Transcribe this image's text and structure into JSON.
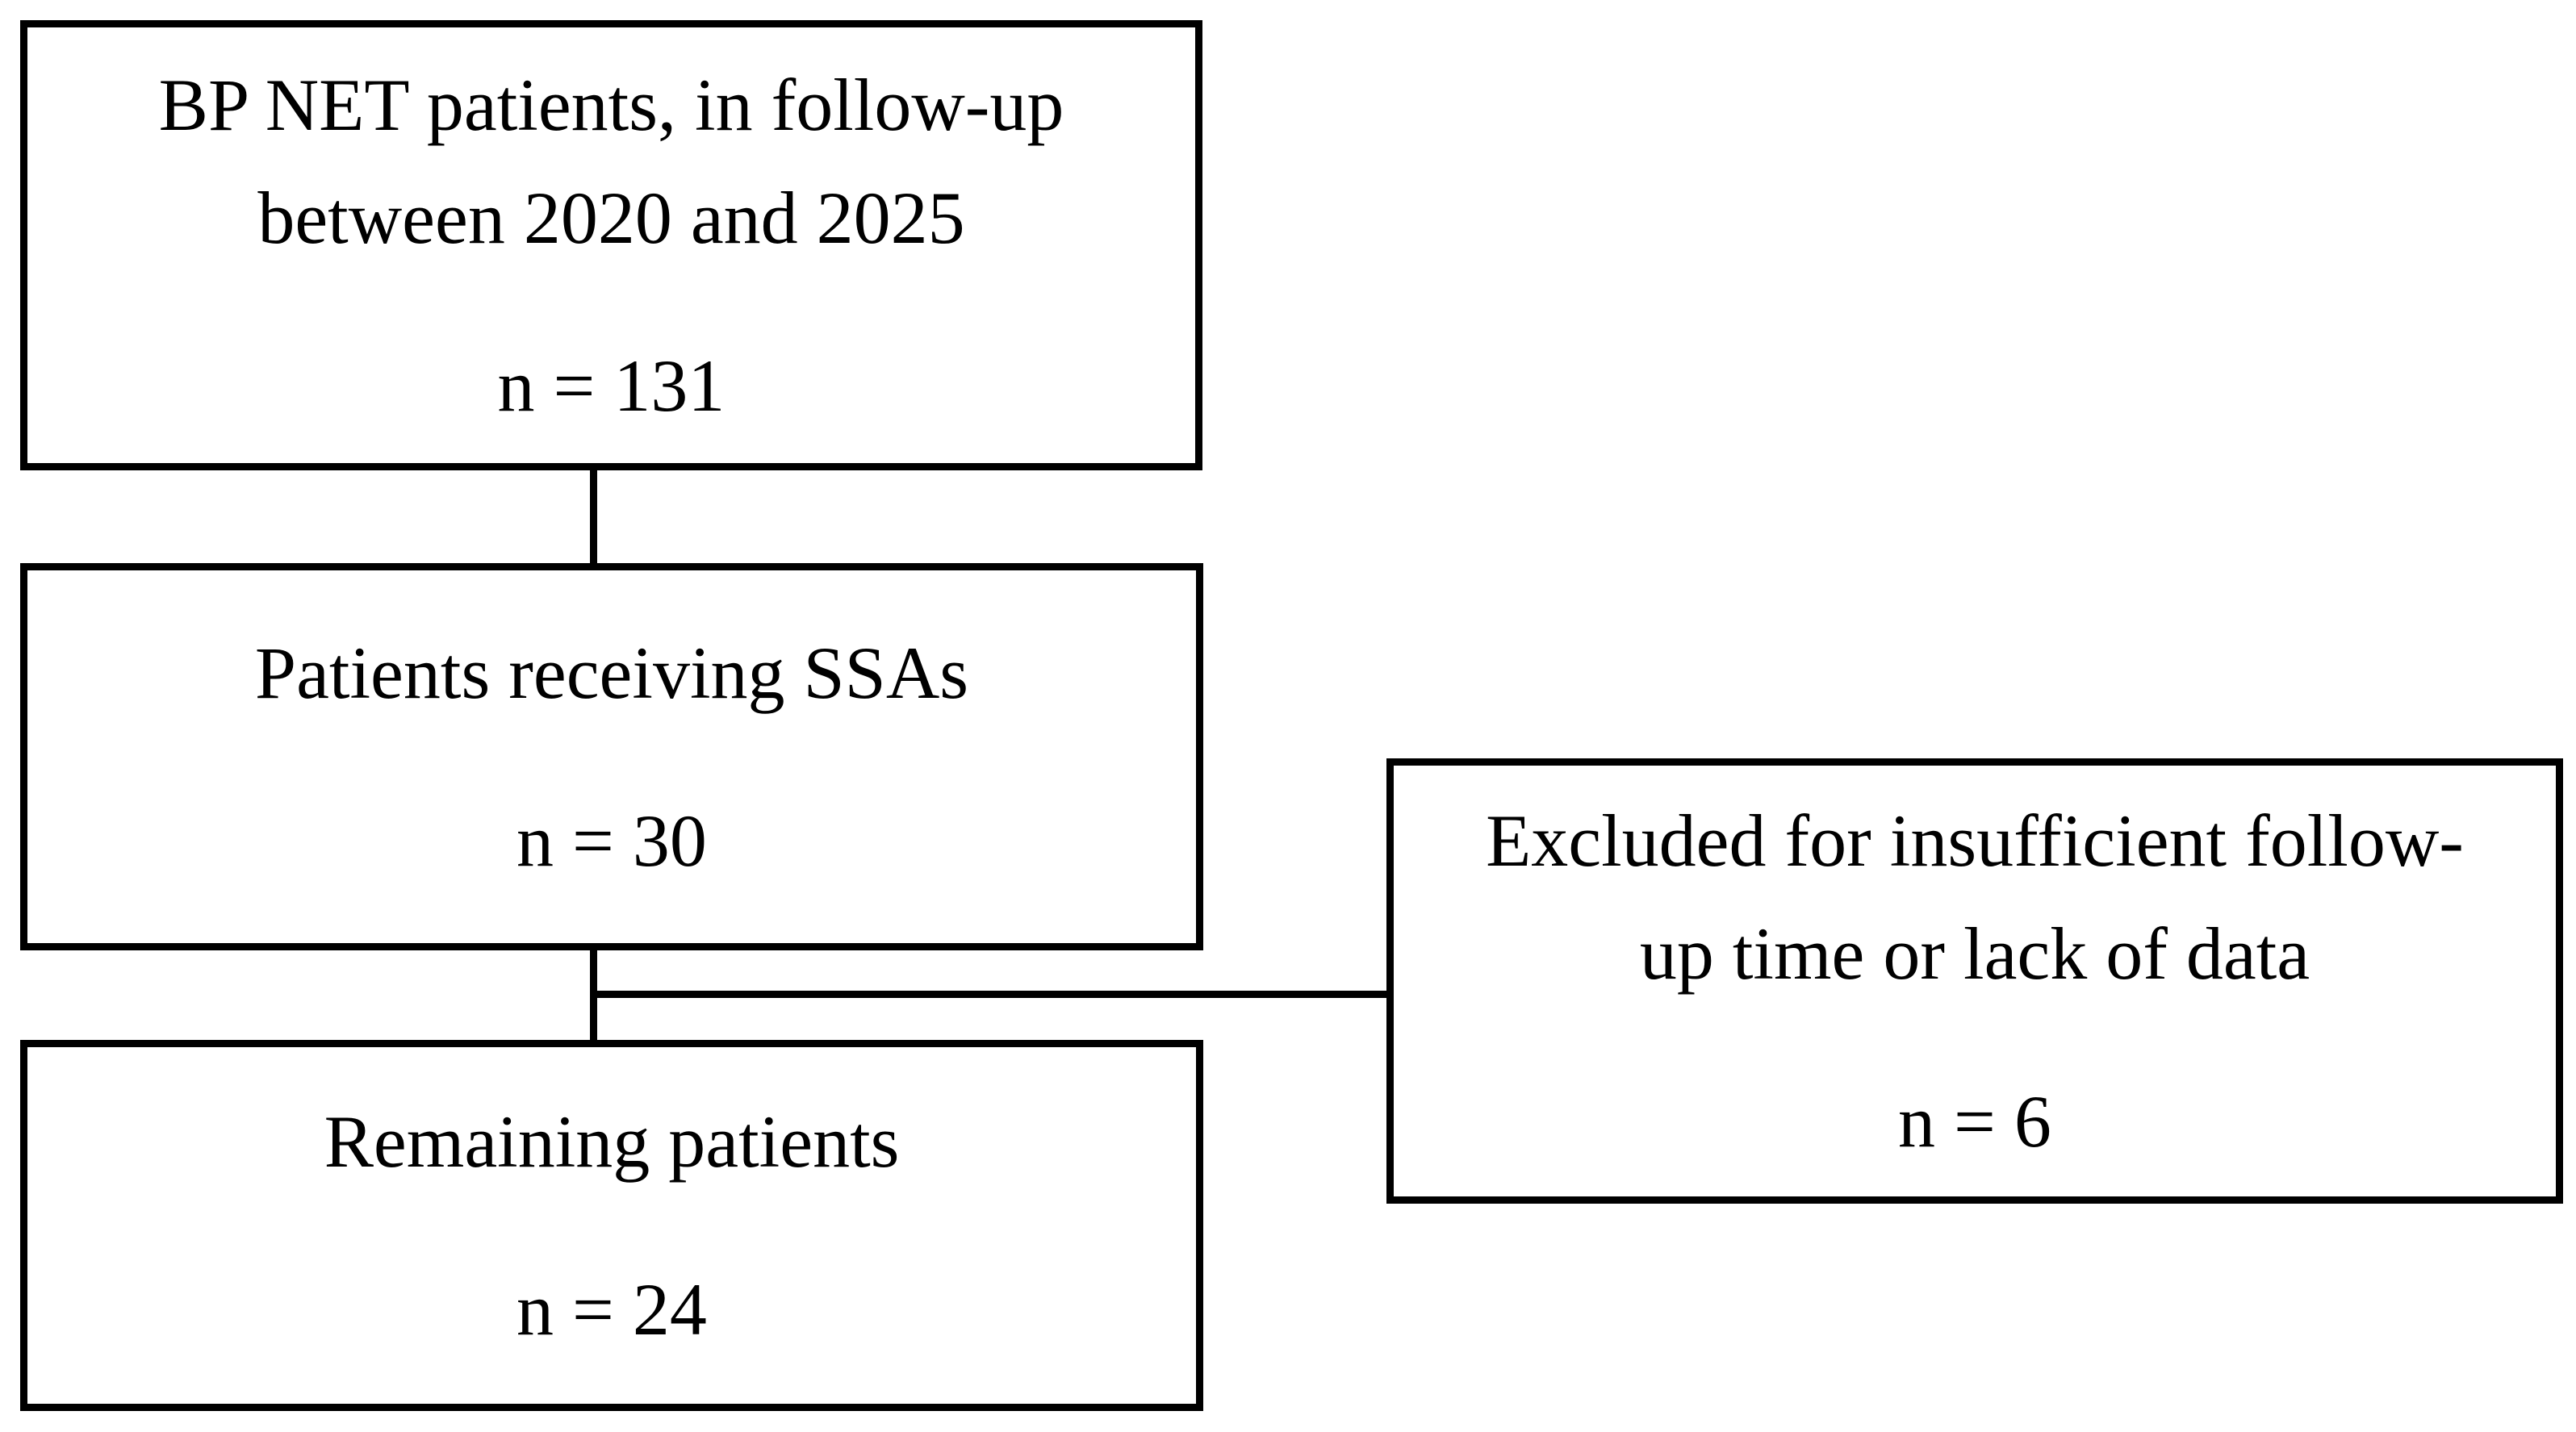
{
  "flowchart": {
    "colors": {
      "border": "#000000",
      "background": "#ffffff",
      "text": "#000000"
    },
    "box_cohort": {
      "line1": "BP NET patients, in follow-up",
      "line2": "between 2020 and 2025",
      "n": "n = 131"
    },
    "box_ssa": {
      "line1": "Patients receiving SSAs",
      "n": "n = 30"
    },
    "box_remaining": {
      "line1": "Remaining patients",
      "n": "n = 24"
    },
    "box_excluded": {
      "line1": "Excluded for insufficient follow-",
      "line2": "up time or lack of data",
      "n": "n = 6"
    }
  }
}
